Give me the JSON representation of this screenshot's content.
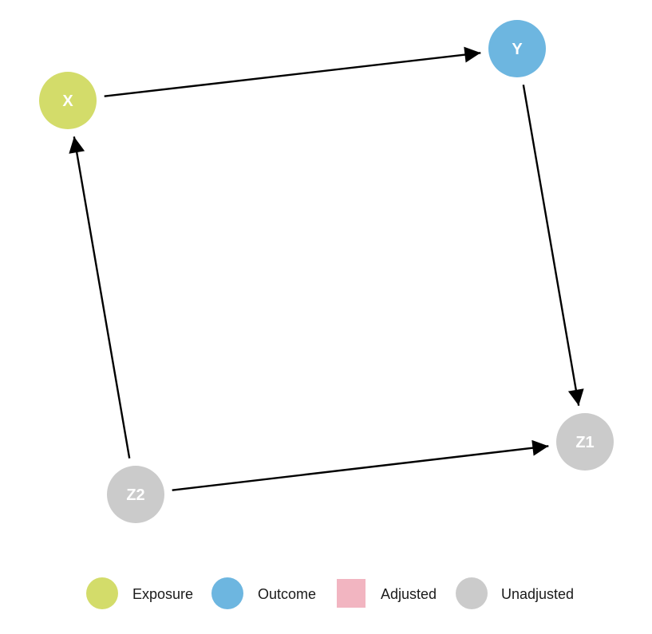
{
  "colors": {
    "exposure": "#d3dc6a",
    "outcome": "#6db6e0",
    "adjusted": "#f2b5c1",
    "unadjusted": "#cbcbcb",
    "edge": "#000000",
    "node_text": "#ffffff"
  },
  "nodes": [
    {
      "id": "X",
      "label": "X",
      "status": "exposure"
    },
    {
      "id": "Y",
      "label": "Y",
      "status": "outcome"
    },
    {
      "id": "Z1",
      "label": "Z1",
      "status": "unadjusted"
    },
    {
      "id": "Z2",
      "label": "Z2",
      "status": "unadjusted"
    }
  ],
  "edges": [
    {
      "from": "X",
      "to": "Y"
    },
    {
      "from": "Y",
      "to": "Z1"
    },
    {
      "from": "Z2",
      "to": "X"
    },
    {
      "from": "Z2",
      "to": "Z1"
    }
  ],
  "legend": {
    "items": [
      {
        "key": "exposure",
        "label": "Exposure",
        "shape": "circle"
      },
      {
        "key": "outcome",
        "label": "Outcome",
        "shape": "circle"
      },
      {
        "key": "adjusted",
        "label": "Adjusted",
        "shape": "square"
      },
      {
        "key": "unadjusted",
        "label": "Unadjusted",
        "shape": "circle"
      }
    ]
  }
}
